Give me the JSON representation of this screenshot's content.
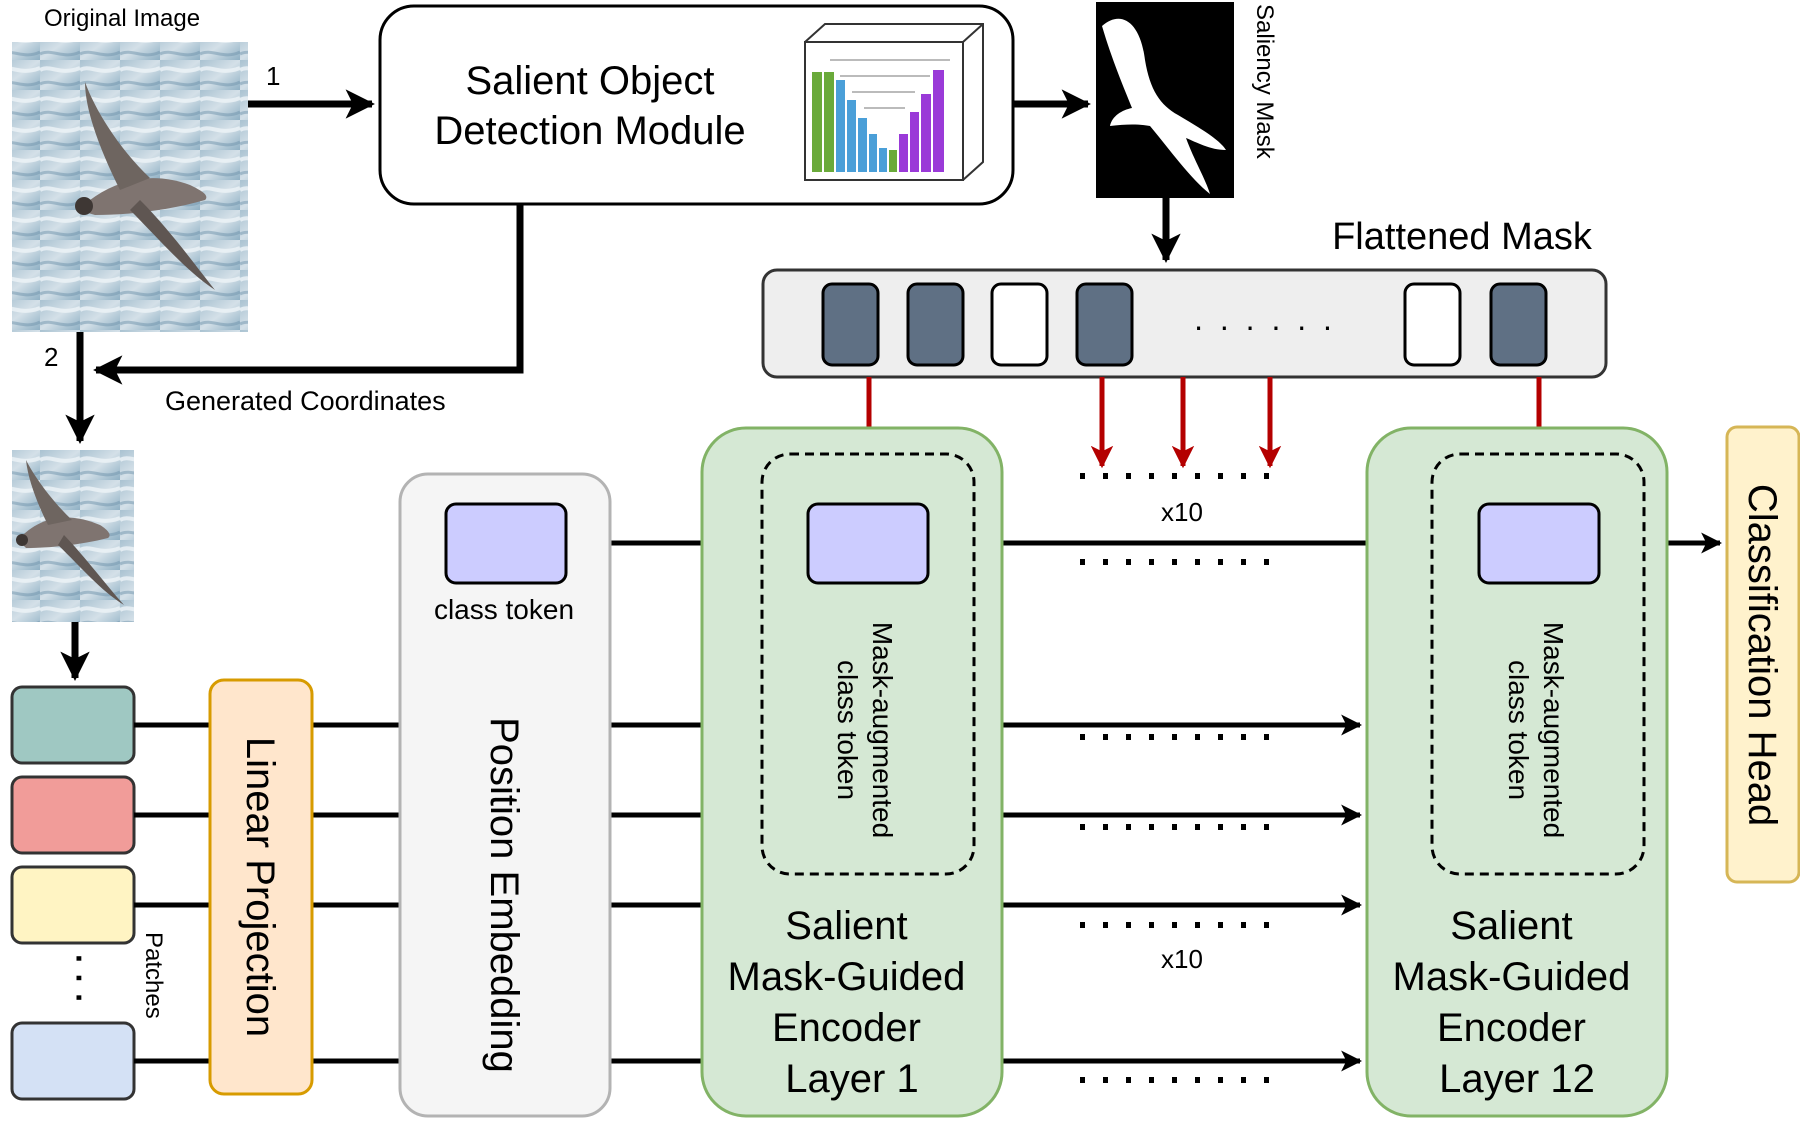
{
  "labels": {
    "original_image": "Original Image",
    "step_1": "1",
    "step_2": "2",
    "sod_line1": "Salient Object",
    "sod_line2": "Detection Module",
    "saliency_mask": "Saliency Mask",
    "flattened_mask": "Flattened Mask",
    "generated_coordinates": "Generated Coordinates",
    "class_token": "class token",
    "linear_projection": "Linear Projection",
    "position_embedding": "Position Embedding",
    "patches": "Patches",
    "patches_ellipsis": "· · ·",
    "mask_aug_line1": "Mask-augmented",
    "mask_aug_line2": "class token",
    "encoder1": [
      "Salient",
      "Mask-Guided",
      "Encoder",
      "Layer 1"
    ],
    "encoder12": [
      "Salient",
      "Mask-Guided",
      "Encoder",
      "Layer 12"
    ],
    "repeat_top": "x10",
    "repeat_bottom": "x10",
    "mask_ellipsis": ". . . . . .",
    "classification_head": "Classification Head"
  },
  "colors": {
    "stroke": "#000000",
    "mask_arrow": "#b40000",
    "mask_dark_token": "#5f7084",
    "mask_strip_fill": "#eeeeee",
    "class_token_fill": "#ccccff",
    "encoder_fill": "#d5e8d4",
    "encoder_stroke": "#82b366",
    "linear_proj_fill": "#ffe6cc",
    "linear_proj_stroke": "#d79b00",
    "position_fill": "#f5f5f5",
    "position_stroke": "#b3b3b3",
    "class_head_fill": "#fff2cc",
    "class_head_stroke": "#d6b656",
    "patch_teal": "#9fc8c2",
    "patch_red": "#f19c99",
    "patch_yellow": "#fff4c3",
    "patch_blue": "#d4e1f5",
    "sod_green": "#6aaa3a",
    "sod_blue": "#4a9fd8",
    "sod_purple": "#9a3ad8"
  },
  "flattened_mask_tokens": [
    "dark",
    "dark",
    "white",
    "dark",
    "white",
    "dark"
  ],
  "icons": {
    "original_image": "bird-photo-icon",
    "cropped_image": "cropped-bird-photo-icon",
    "saliency_mask": "bird-silhouette-mask-icon",
    "sod_network": "unet-network-icon"
  }
}
